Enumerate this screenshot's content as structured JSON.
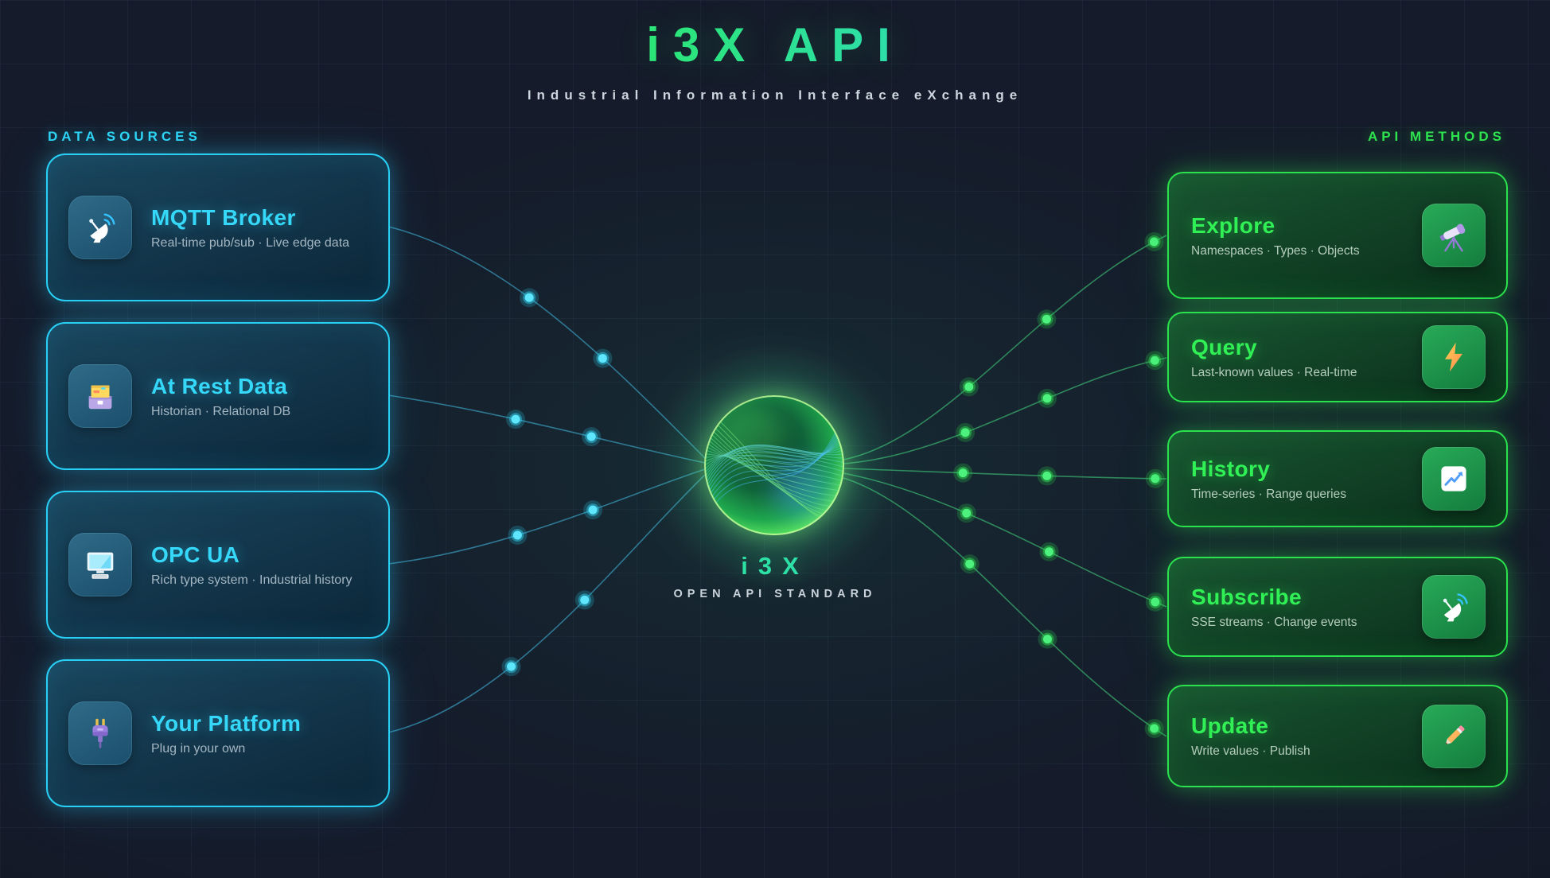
{
  "header": {
    "title": "i3X API",
    "subtitle": "Industrial Information Interface eXchange"
  },
  "sources": {
    "heading": "DATA SOURCES",
    "cards": [
      {
        "title": "MQTT Broker",
        "subtitle": "Real-time pub/sub · Live edge data",
        "icon": "satellite-dish-icon"
      },
      {
        "title": "At Rest Data",
        "subtitle": "Historian · Relational DB",
        "icon": "card-file-box-icon"
      },
      {
        "title": "OPC UA",
        "subtitle": "Rich type system · Industrial history",
        "icon": "desktop-computer-icon"
      },
      {
        "title": "Your Platform",
        "subtitle": "Plug in your own",
        "icon": "electric-plug-icon"
      }
    ]
  },
  "methods": {
    "heading": "API METHODS",
    "cards": [
      {
        "title": "Explore",
        "subtitle": "Namespaces · Types · Objects",
        "icon": "telescope-icon"
      },
      {
        "title": "Query",
        "subtitle": "Last-known values · Real-time",
        "icon": "lightning-icon"
      },
      {
        "title": "History",
        "subtitle": "Time-series · Range queries",
        "icon": "chart-increasing-icon"
      },
      {
        "title": "Subscribe",
        "subtitle": "SSE streams · Change events",
        "icon": "satellite-dish-icon"
      },
      {
        "title": "Update",
        "subtitle": "Write values · Publish",
        "icon": "pencil-icon"
      }
    ]
  },
  "hub": {
    "label": "i3X",
    "caption": "OPEN API STANDARD"
  },
  "colors": {
    "cyan_accent": "#2fd6f7",
    "green_accent": "#2ee44f",
    "background": "#151b2a"
  }
}
